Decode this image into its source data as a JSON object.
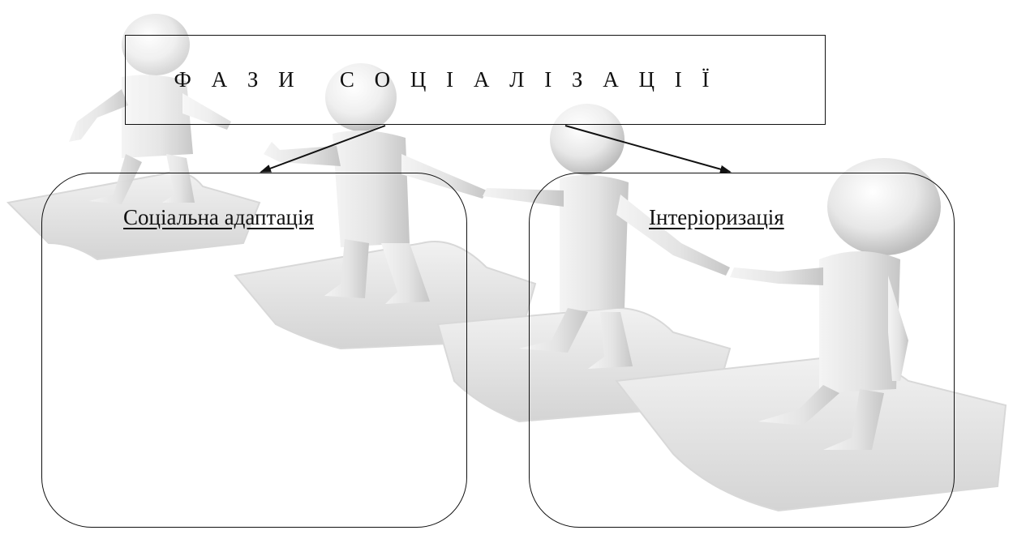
{
  "title": "Ф А З И   С О Ц І А Л І З А Ц І Ї",
  "phases": [
    {
      "label": "Соціальна адаптація"
    },
    {
      "label": "Інтеріоризація"
    }
  ],
  "background": {
    "description_icon": "puzzle-people-illustration",
    "color": "#e6e6e6"
  },
  "stroke_color": "#111111"
}
